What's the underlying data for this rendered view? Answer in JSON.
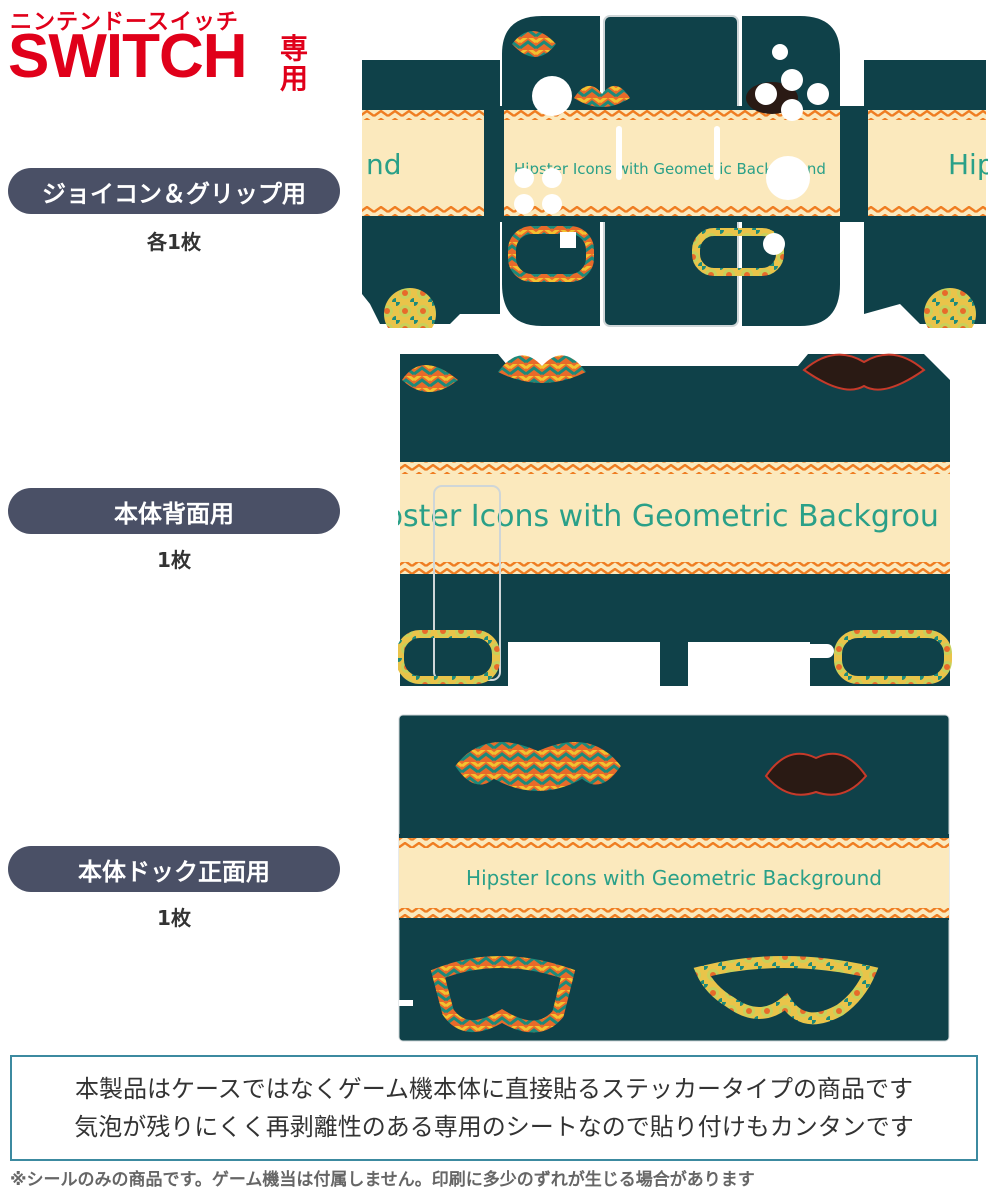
{
  "brand": {
    "small_title": "ニンテンドースイッチ",
    "big_title": "SWITCH",
    "exclusive": "専用"
  },
  "sections": [
    {
      "label": "ジョイコン＆グリップ用",
      "count": "各1枚"
    },
    {
      "label": "本体背面用",
      "count": "1枚"
    },
    {
      "label": "本体ドック正面用",
      "count": "1枚"
    }
  ],
  "design": {
    "banner_text": "Hipster Icons with Geometric Background",
    "banner_text_back": "pster Icons with Geometric Backgrou",
    "banner_text_joycon_left": "nd",
    "banner_text_joycon_right": "Hip",
    "banner_text_grip": "Hipster Icons with Geometric Background",
    "colors": {
      "base": "#0f4149",
      "banner": "#fbe9bd",
      "zigzag": "#ef7d22",
      "text": "#2aa088",
      "lips": "#2a1a14",
      "accent_red": "#e0001a",
      "pill": "#4a5066"
    }
  },
  "notice": {
    "line1": "本製品はケースではなくゲーム機本体に直接貼るステッカータイプの商品です",
    "line2": "気泡が残りにくく再剥離性のある専用のシートなので貼り付けもカンタンです"
  },
  "footnote": "※シールのみの商品です。ゲーム機当は付属しません。印刷に多少のずれが生じる場合があります"
}
